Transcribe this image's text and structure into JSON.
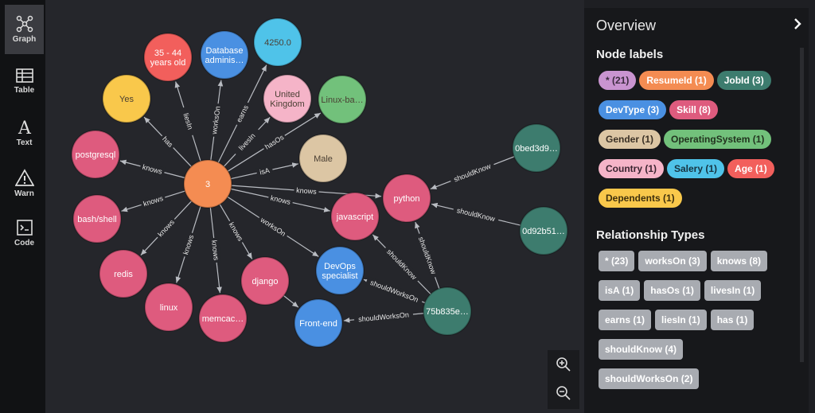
{
  "sidebar": {
    "items": [
      {
        "label": "Graph",
        "icon": "graph-icon",
        "active": true
      },
      {
        "label": "Table",
        "icon": "table-icon",
        "active": false
      },
      {
        "label": "Text",
        "icon": "text-icon",
        "active": false
      },
      {
        "label": "Warn",
        "icon": "warn-icon",
        "active": false
      },
      {
        "label": "Code",
        "icon": "code-icon",
        "active": false
      }
    ]
  },
  "graph": {
    "colors": {
      "pink": "#de5b7e",
      "orange": "#f48c52",
      "blue": "#4a90e2",
      "skyblue": "#4fc3e9",
      "green": "#72c17b",
      "teal": "#3d7c6e",
      "yellow": "#f9c84b",
      "red": "#f25f5c",
      "lightpink": "#f5b4c8",
      "tan": "#dcc6a4",
      "purple": "#c994d0"
    },
    "nodes": [
      {
        "id": "center",
        "label": "3",
        "color": "orange"
      },
      {
        "id": "age",
        "label": "35 - 44\nyears old",
        "color": "red"
      },
      {
        "id": "db",
        "label": "Database\nadminis…",
        "color": "blue"
      },
      {
        "id": "salary",
        "label": "4250.0",
        "color": "skyblue"
      },
      {
        "id": "yes",
        "label": "Yes",
        "color": "yellow"
      },
      {
        "id": "uk",
        "label": "United\nKingdom",
        "color": "lightpink"
      },
      {
        "id": "linux_os",
        "label": "Linux-ba…",
        "color": "green"
      },
      {
        "id": "male",
        "label": "Male",
        "color": "tan"
      },
      {
        "id": "postgresql",
        "label": "postgresql",
        "color": "pink"
      },
      {
        "id": "bash",
        "label": "bash/shell",
        "color": "pink"
      },
      {
        "id": "redis",
        "label": "redis",
        "color": "pink"
      },
      {
        "id": "linux",
        "label": "linux",
        "color": "pink"
      },
      {
        "id": "memcac",
        "label": "memcac…",
        "color": "pink"
      },
      {
        "id": "django",
        "label": "django",
        "color": "pink"
      },
      {
        "id": "javascript",
        "label": "javascript",
        "color": "pink"
      },
      {
        "id": "python",
        "label": "python",
        "color": "pink"
      },
      {
        "id": "devops",
        "label": "DevOps\nspecialist",
        "color": "blue"
      },
      {
        "id": "frontend",
        "label": "Front-end",
        "color": "blue"
      },
      {
        "id": "r1",
        "label": "0bed3d9…",
        "color": "teal"
      },
      {
        "id": "r2",
        "label": "0d92b51…",
        "color": "teal"
      },
      {
        "id": "r3",
        "label": "75b835e…",
        "color": "teal"
      }
    ],
    "edges": [
      {
        "from": "center",
        "to": "age",
        "label": "liesIn"
      },
      {
        "from": "center",
        "to": "db",
        "label": "worksOn"
      },
      {
        "from": "center",
        "to": "salary",
        "label": "earns"
      },
      {
        "from": "center",
        "to": "yes",
        "label": "has"
      },
      {
        "from": "center",
        "to": "uk",
        "label": "livesIn"
      },
      {
        "from": "center",
        "to": "linux_os",
        "label": "hasOs"
      },
      {
        "from": "center",
        "to": "male",
        "label": "isA"
      },
      {
        "from": "center",
        "to": "postgresql",
        "label": "knows"
      },
      {
        "from": "center",
        "to": "bash",
        "label": "knows"
      },
      {
        "from": "center",
        "to": "redis",
        "label": "knows"
      },
      {
        "from": "center",
        "to": "linux",
        "label": "knows"
      },
      {
        "from": "center",
        "to": "memcac",
        "label": "knows"
      },
      {
        "from": "center",
        "to": "django",
        "label": "knows"
      },
      {
        "from": "center",
        "to": "javascript",
        "label": "knows"
      },
      {
        "from": "center",
        "to": "python",
        "label": "knows"
      },
      {
        "from": "center",
        "to": "devops",
        "label": "worksOn"
      },
      {
        "from": "r1",
        "to": "python",
        "label": "shouldKnow"
      },
      {
        "from": "r2",
        "to": "python",
        "label": "shouldKnow"
      },
      {
        "from": "r3",
        "to": "python",
        "label": "shouldKnow"
      },
      {
        "from": "r3",
        "to": "javascript",
        "label": "shouldKnow"
      },
      {
        "from": "r3",
        "to": "devops",
        "label": "shouldWorksOn"
      },
      {
        "from": "r3",
        "to": "frontend",
        "label": "shouldWorksOn"
      },
      {
        "from": "django",
        "to": "frontend",
        "label": ""
      }
    ]
  },
  "panel": {
    "title": "Overview",
    "node_labels_heading": "Node labels",
    "node_labels": [
      {
        "text": "* (21)",
        "bg": "#c994d0",
        "fg": "#3a2a3d"
      },
      {
        "text": "ResumeId (1)",
        "bg": "#f48c52",
        "fg": "#ffffff"
      },
      {
        "text": "JobId (3)",
        "bg": "#3d7c6e",
        "fg": "#ffffff"
      },
      {
        "text": "DevType (3)",
        "bg": "#4a90e2",
        "fg": "#ffffff"
      },
      {
        "text": "Skill (8)",
        "bg": "#de5b7e",
        "fg": "#ffffff"
      },
      {
        "text": "Gender (1)",
        "bg": "#dcc6a4",
        "fg": "#3a3025"
      },
      {
        "text": "OperatingSystem (1)",
        "bg": "#72c17b",
        "fg": "#22331f"
      },
      {
        "text": "Country (1)",
        "bg": "#f5b4c8",
        "fg": "#3a2430"
      },
      {
        "text": "Salery (1)",
        "bg": "#4fc3e9",
        "fg": "#163340"
      },
      {
        "text": "Age (1)",
        "bg": "#f25f5c",
        "fg": "#ffffff"
      },
      {
        "text": "Dependents (1)",
        "bg": "#f9c84b",
        "fg": "#3d2f0c"
      }
    ],
    "rel_heading": "Relationship Types",
    "rel_types": [
      "* (23)",
      "worksOn (3)",
      "knows (8)",
      "isA (1)",
      "hasOs (1)",
      "livesIn (1)",
      "earns (1)",
      "liesIn (1)",
      "has (1)",
      "shouldKnow (4)",
      "shouldWorksOn (2)"
    ]
  },
  "zoom": {
    "in_icon": "zoom-in-icon",
    "out_icon": "zoom-out-icon"
  }
}
